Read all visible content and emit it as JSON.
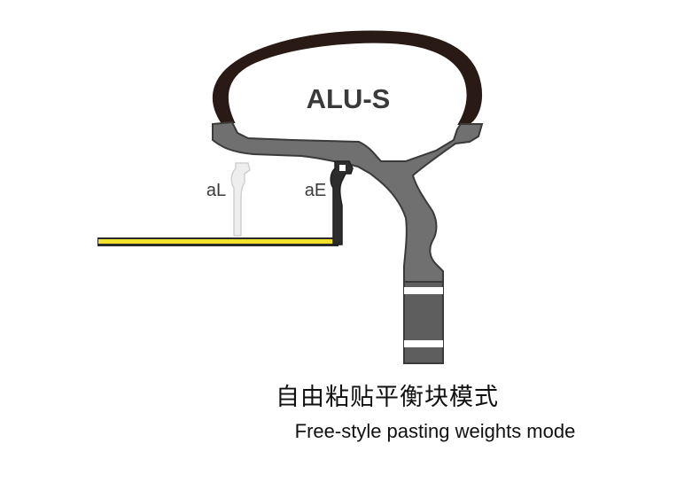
{
  "diagram": {
    "mode_title": "ALU-S",
    "positions": [
      {
        "label": "aL",
        "state": "inactive"
      },
      {
        "label": "aE",
        "state": "active"
      }
    ],
    "caption_cn": "自由粘贴平衡块模式",
    "caption_en": "Free-style pasting weights mode",
    "colors": {
      "tire": "#2a1a16",
      "rim": "#707070",
      "rim_outline": "#3a3a3a",
      "arm_active": "#2d2d2d",
      "arm_inactive": "#e8e8e8",
      "measure_line": "#f3e22a",
      "shaft_band": "#ffffff"
    }
  }
}
